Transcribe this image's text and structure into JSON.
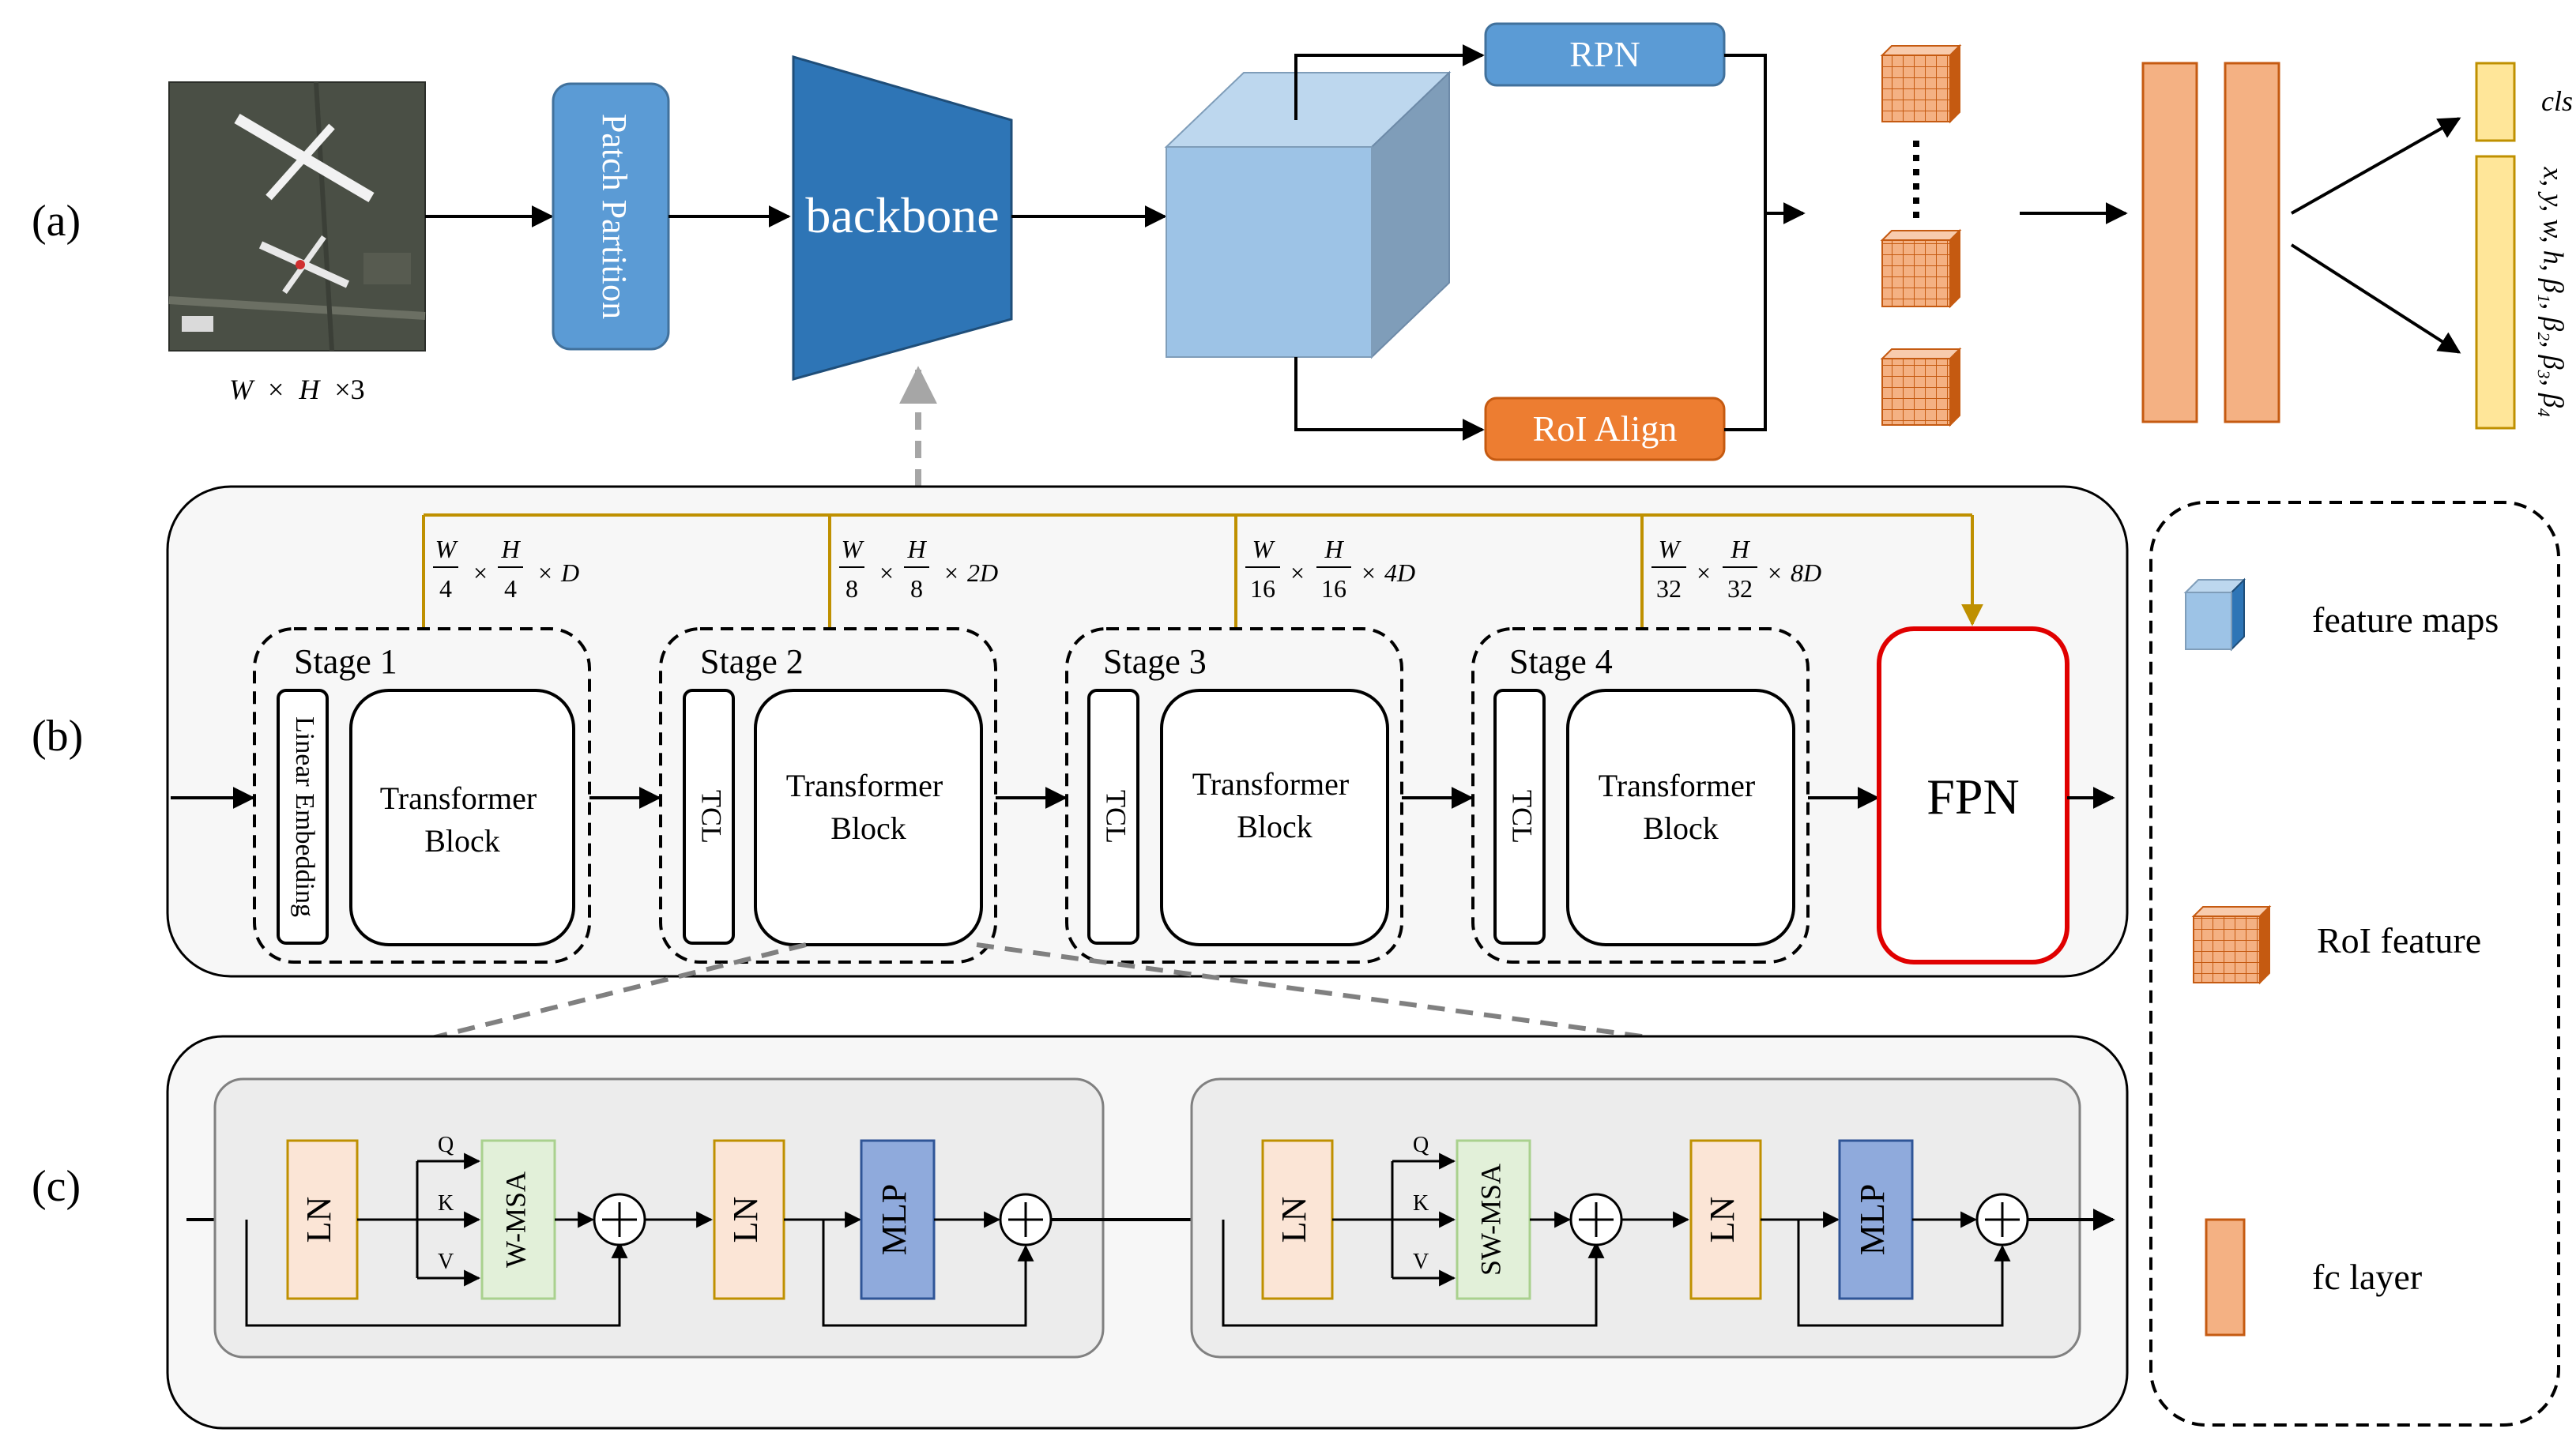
{
  "row_labels": {
    "a": "(a)",
    "b": "(b)",
    "c": "(c)"
  },
  "row_a": {
    "input_label_parts": [
      "W",
      "×",
      "H",
      "×3"
    ],
    "patch_partition": "Patch Partition",
    "backbone": "backbone",
    "rpn": "RPN",
    "roi_align": "RoI Align",
    "output_cls": "cls",
    "output_reg": "x, y, w, h, β₁, β₂, β₃, β₄"
  },
  "row_b": {
    "stages": [
      {
        "title": "Stage 1",
        "prefix": "Linear Embedding",
        "block": [
          "Transformer",
          "Block"
        ],
        "div": "4",
        "depth": "D"
      },
      {
        "title": "Stage 2",
        "prefix": "TCL",
        "block": [
          "Transformer",
          "Block"
        ],
        "div": "8",
        "depth": "2D"
      },
      {
        "title": "Stage 3",
        "prefix": "TCL",
        "block": [
          "Transformer",
          "Block"
        ],
        "div": "16",
        "depth": "4D"
      },
      {
        "title": "Stage 4",
        "prefix": "TCL",
        "block": [
          "Transformer",
          "Block"
        ],
        "div": "32",
        "depth": "8D"
      }
    ],
    "frac_w": "W",
    "frac_h": "H",
    "times": "×",
    "fpn": "FPN"
  },
  "row_c": {
    "blocks": [
      {
        "ln1": "LN",
        "attn": "W-MSA",
        "ln2": "LN",
        "mlp": "MLP",
        "q": "Q",
        "k": "K",
        "v": "V"
      },
      {
        "ln1": "LN",
        "attn": "SW-MSA",
        "ln2": "LN",
        "mlp": "MLP",
        "q": "Q",
        "k": "K",
        "v": "V"
      }
    ]
  },
  "legend": {
    "feature_maps": "feature maps",
    "roi_feature": "RoI feature",
    "fc_layer": "fc layer"
  },
  "colors": {
    "blue_box": "#5b9bd5",
    "backbone": "#2e75b6",
    "cube_front": "#9dc3e6",
    "orange": "#ed7d31",
    "salmon": "#f4b183",
    "yellow": "#ffe699",
    "fpn_border": "#e00000",
    "gold_line": "#bf9000",
    "ln_fill": "#fbe5d6",
    "attn_fill": "#e2f0d9",
    "mlp_fill": "#8faadc"
  }
}
